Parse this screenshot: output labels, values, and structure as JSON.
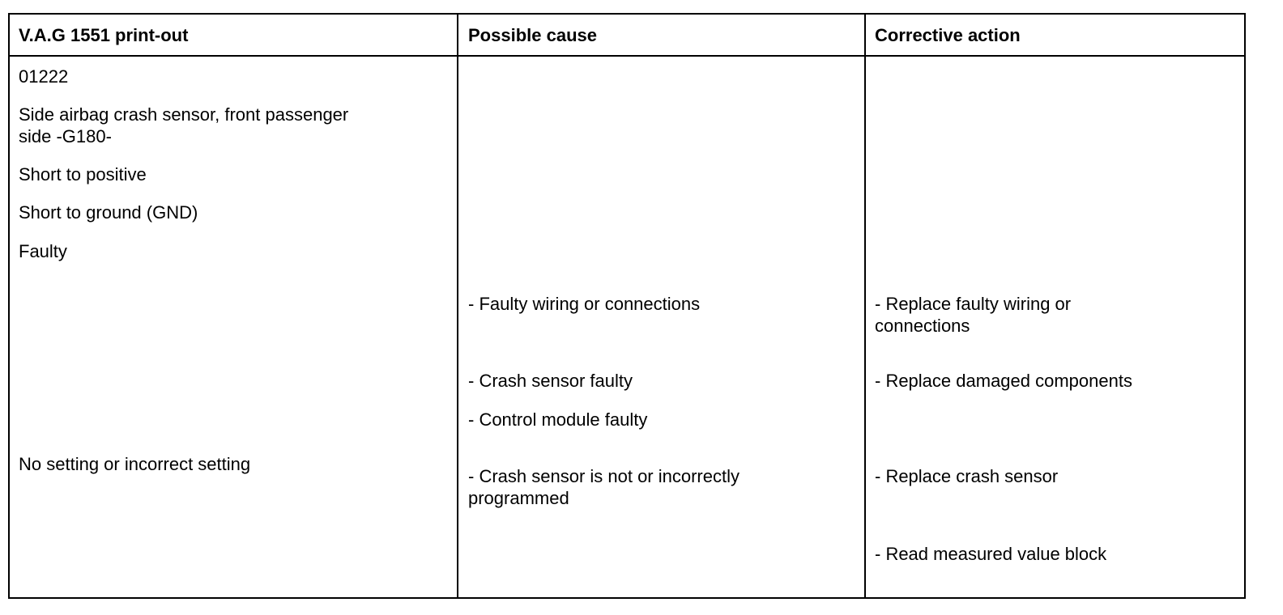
{
  "headers": {
    "printout": "V.A.G 1551 print-out",
    "cause": "Possible cause",
    "action": "Corrective action"
  },
  "printout": {
    "code": "01222",
    "component_line1": "Side airbag crash sensor, front passenger",
    "component_line2": "side -G180-",
    "short_positive": "Short to positive",
    "short_ground": "Short to ground (GND)",
    "faulty": "Faulty",
    "no_setting": "No setting or incorrect setting"
  },
  "causes": {
    "wiring": "- Faulty wiring or connections",
    "crash_sensor_faulty": "- Crash sensor faulty",
    "control_module_faulty": "- Control module faulty",
    "not_programmed_line1": "- Crash sensor is not or incorrectly",
    "not_programmed_line2": "programmed"
  },
  "actions": {
    "replace_wiring_line1": "- Replace faulty wiring or",
    "replace_wiring_line2": "connections",
    "replace_components": "- Replace damaged components",
    "replace_sensor": "- Replace crash sensor",
    "read_block": "- Read measured value block"
  }
}
